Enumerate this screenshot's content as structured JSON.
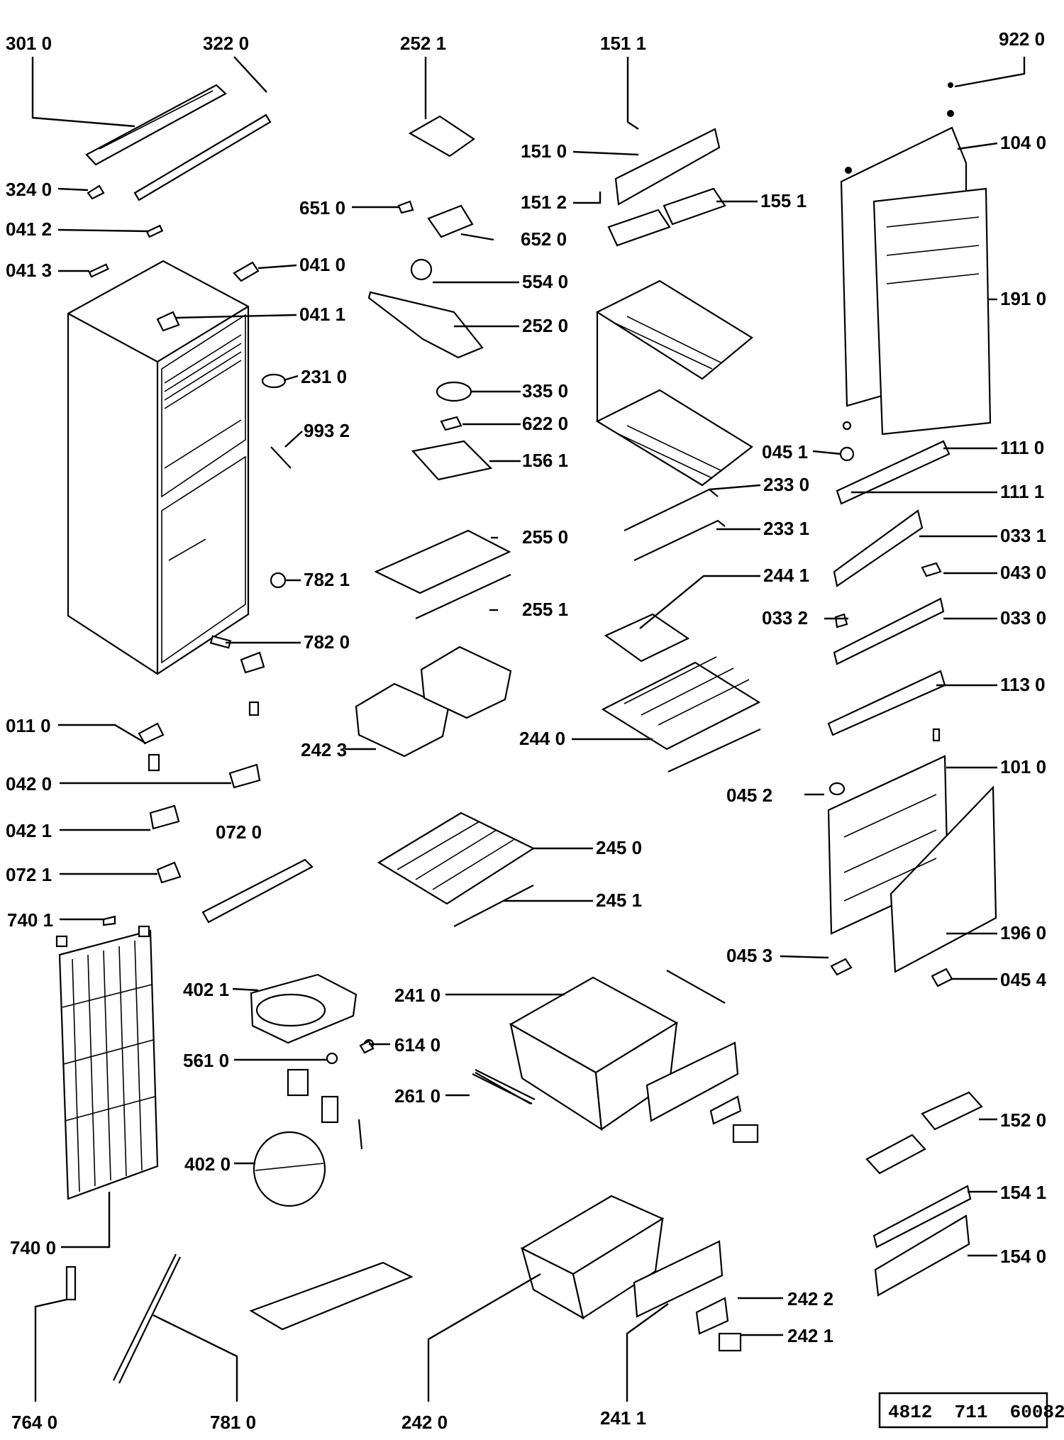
{
  "callouts": [
    {
      "id": "c3010",
      "text": "301 0"
    },
    {
      "id": "c3220",
      "text": "322 0"
    },
    {
      "id": "c2521",
      "text": "252 1"
    },
    {
      "id": "c1511",
      "text": "151 1"
    },
    {
      "id": "c9220",
      "text": "922 0"
    },
    {
      "id": "c1510",
      "text": "151 0"
    },
    {
      "id": "c1040",
      "text": "104 0"
    },
    {
      "id": "c3240",
      "text": "324 0"
    },
    {
      "id": "c1512",
      "text": "151 2"
    },
    {
      "id": "c1551",
      "text": "155 1"
    },
    {
      "id": "c6510",
      "text": "651 0"
    },
    {
      "id": "c0412",
      "text": "041 2"
    },
    {
      "id": "c6520",
      "text": "652 0"
    },
    {
      "id": "c0413",
      "text": "041 3"
    },
    {
      "id": "c0410",
      "text": "041 0"
    },
    {
      "id": "c5540",
      "text": "554 0"
    },
    {
      "id": "c1910",
      "text": "191 0"
    },
    {
      "id": "c0411",
      "text": "041 1"
    },
    {
      "id": "c2520",
      "text": "252 0"
    },
    {
      "id": "c2310",
      "text": "231 0"
    },
    {
      "id": "c3350",
      "text": "335 0"
    },
    {
      "id": "c9932",
      "text": "993 2"
    },
    {
      "id": "c6220",
      "text": "622 0"
    },
    {
      "id": "c0451",
      "text": "045 1"
    },
    {
      "id": "c1110",
      "text": "111 0"
    },
    {
      "id": "c1561",
      "text": "156 1"
    },
    {
      "id": "c2330",
      "text": "233 0"
    },
    {
      "id": "c1111",
      "text": "111 1"
    },
    {
      "id": "c2331",
      "text": "233 1"
    },
    {
      "id": "c0331",
      "text": "033 1"
    },
    {
      "id": "c2550",
      "text": "255 0"
    },
    {
      "id": "c7821",
      "text": "782 1"
    },
    {
      "id": "c2441",
      "text": "244 1"
    },
    {
      "id": "c0430",
      "text": "043 0"
    },
    {
      "id": "c2551",
      "text": "255 1"
    },
    {
      "id": "c0332",
      "text": "033 2"
    },
    {
      "id": "c0330",
      "text": "033 0"
    },
    {
      "id": "c7820",
      "text": "782 0"
    },
    {
      "id": "c1130",
      "text": "113 0"
    },
    {
      "id": "c0110",
      "text": "011 0"
    },
    {
      "id": "c2423",
      "text": "242 3"
    },
    {
      "id": "c2440",
      "text": "244 0"
    },
    {
      "id": "c1010",
      "text": "101 0"
    },
    {
      "id": "c0420",
      "text": "042 0"
    },
    {
      "id": "c0452",
      "text": "045 2"
    },
    {
      "id": "c0421",
      "text": "042 1"
    },
    {
      "id": "c0720",
      "text": "072 0"
    },
    {
      "id": "c2450",
      "text": "245 0"
    },
    {
      "id": "c0721",
      "text": "072 1"
    },
    {
      "id": "c2451",
      "text": "245 1"
    },
    {
      "id": "c7401",
      "text": "740 1"
    },
    {
      "id": "c1960",
      "text": "196 0"
    },
    {
      "id": "c0453",
      "text": "045 3"
    },
    {
      "id": "c0454",
      "text": "045 4"
    },
    {
      "id": "c4021",
      "text": "402 1"
    },
    {
      "id": "c2410",
      "text": "241 0"
    },
    {
      "id": "c5610",
      "text": "561 0"
    },
    {
      "id": "c6140",
      "text": "614 0"
    },
    {
      "id": "c2610",
      "text": "261 0"
    },
    {
      "id": "c1520",
      "text": "152 0"
    },
    {
      "id": "c4020",
      "text": "402 0"
    },
    {
      "id": "c1541",
      "text": "154 1"
    },
    {
      "id": "c7400",
      "text": "740 0"
    },
    {
      "id": "c1540",
      "text": "154 0"
    },
    {
      "id": "c2422",
      "text": "242 2"
    },
    {
      "id": "c2421",
      "text": "242 1"
    },
    {
      "id": "c7640",
      "text": "764 0"
    },
    {
      "id": "c7810",
      "text": "781 0"
    },
    {
      "id": "c2420",
      "text": "242 0"
    },
    {
      "id": "c2411",
      "text": "241 1"
    }
  ],
  "drawing_reference": "4812  711  60082"
}
